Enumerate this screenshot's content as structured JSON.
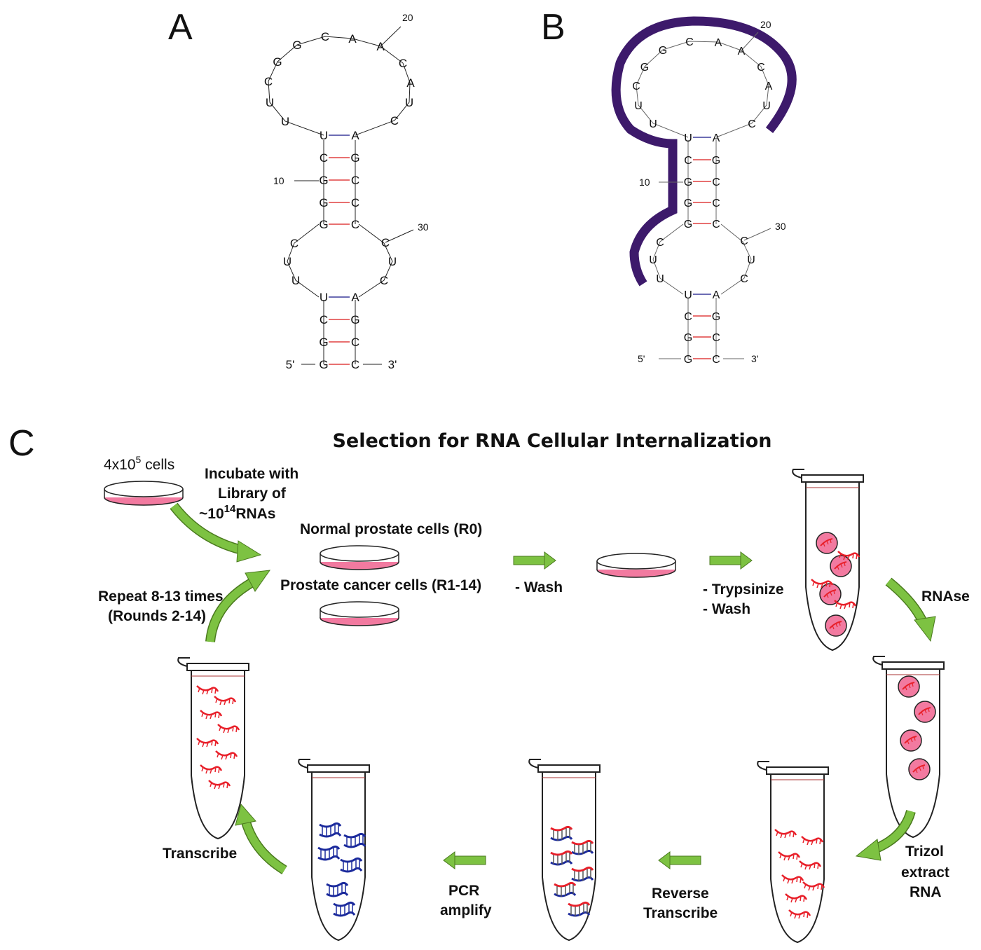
{
  "panels": {
    "a": {
      "letter": "A"
    },
    "b": {
      "letter": "B"
    },
    "c": {
      "letter": "C"
    }
  },
  "structure": {
    "ends": {
      "five_prime": "5'",
      "three_prime": "3'"
    },
    "positions": {
      "p10": "10",
      "p20": "20",
      "p30": "30"
    }
  },
  "colors": {
    "highlight": "#3d1a6b",
    "arrow": "#7dc242",
    "dish_fill": "#f27aa0",
    "rna_red": "#e8202a",
    "dna_blue": "#1b2a9c"
  },
  "flow": {
    "title": "Selection for RNA Cellular Internalization",
    "start_cells_base": "4x10",
    "start_cells_exp": "5",
    "start_cells_unit": " cells",
    "incubate_line1": "Incubate with",
    "incubate_line2": "Library of",
    "incubate_line3_pre": "~10",
    "incubate_line3_exp": "14",
    "incubate_line3_post": "RNAs",
    "normal_cells": "Normal prostate cells (R0)",
    "cancer_cells": "Prostate cancer cells (R1-14)",
    "wash": "- Wash",
    "trypsinize": "- Trypsinize",
    "wash2": "- Wash",
    "rnase": "RNAse",
    "trizol_1": "Trizol",
    "trizol_2": "extract",
    "trizol_3": "RNA",
    "reverse_1": "Reverse",
    "reverse_2": "Transcribe",
    "pcr_1": "PCR",
    "pcr_2": "amplify",
    "transcribe": "Transcribe",
    "repeat_1": "Repeat 8-13 times",
    "repeat_2": "(Rounds 2-14)"
  }
}
